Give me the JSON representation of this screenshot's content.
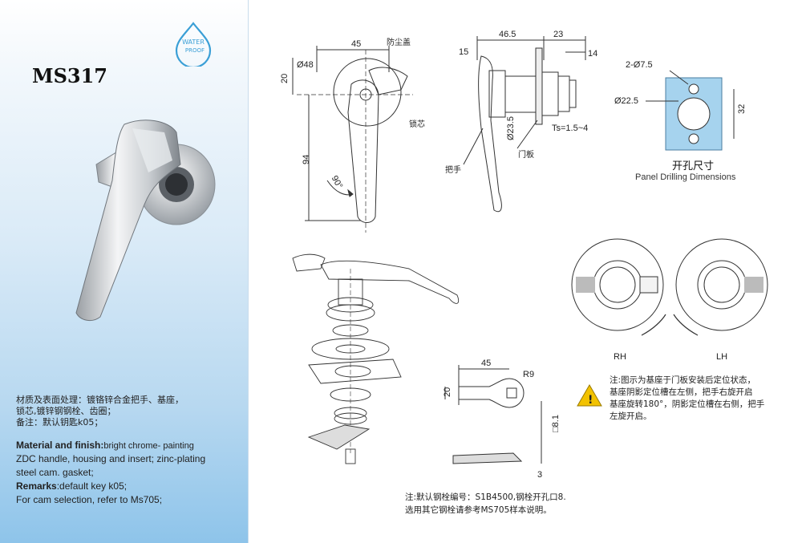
{
  "model": "MS317",
  "logo_text": [
    "WATER",
    "PROOF"
  ],
  "spec_cn": [
    "材质及表面处理：镀铬锌合金把手、基座，",
    "锁芯,镀锌钢钢栓、齿圈；",
    "备注：默认钥匙k05；"
  ],
  "spec_en": {
    "material_label": "Material and finish:",
    "material_text": "bright chrome- painting",
    "line2": "ZDC handle, housing and insert; zinc-plating",
    "line3": "steel cam. gasket;",
    "remarks_label": "Remarks",
    "remarks_text": ":default key k05;",
    "line5": "For cam selection, refer to Ms705;"
  },
  "front_view": {
    "dim_width": "45",
    "dim_dia": "Ø48",
    "dim_top": "20",
    "dim_height": "94",
    "rotation": "90°",
    "label_dust_cover": "防尘盖",
    "label_core": "锁芯"
  },
  "side_view": {
    "dim_total": "46.5",
    "dim_right": "23",
    "dim_left": "15",
    "dim_small": "14",
    "dim_dia": "Ø23.5",
    "ts": "Ts=1.5~4",
    "label_panel": "门板",
    "label_handle": "把手"
  },
  "panel_cut": {
    "dim_small_holes": "2-Ø7.5",
    "dim_center": "Ø22.5",
    "dim_height": "32",
    "caption_cn": "开孔尺寸",
    "caption_en": "Panel Drilling Dimensions",
    "color": "#a6d3ee"
  },
  "cam": {
    "dim_len": "45",
    "dim_r": "R9",
    "dim_w": "20",
    "dim_hole": "□8.1",
    "dim_t": "3"
  },
  "rotation_labels": {
    "rh": "RH",
    "lh": "LH"
  },
  "note_right": [
    "注:图示为基座于门板安装后定位状态，",
    "基座阴影定位槽在左侧，把手右旋开启",
    "基座旋转180°，阴影定位槽在右侧，把手",
    "左旋开启。"
  ],
  "note_bottom": [
    "注:默认钢栓编号：S1B4500,钢栓开孔口8.",
    "选用其它钢栓请参考MS705样本说明。"
  ],
  "warning_color": "#f2c200"
}
